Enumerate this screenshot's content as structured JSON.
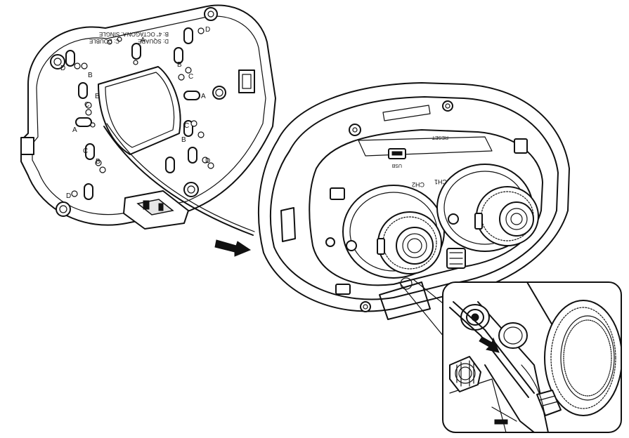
{
  "plate": {
    "legend_lines": [
      "C: DOUBLE",
      "D: SQUARE",
      "A: SINGLE",
      "B: 4\" OCTAGON"
    ],
    "hole_letters": [
      "A",
      "A",
      "A",
      "B",
      "B",
      "B",
      "B",
      "B",
      "C",
      "C",
      "C",
      "C",
      "D",
      "D",
      "D",
      "D"
    ]
  },
  "camera": {
    "channel_labels": [
      "CH2",
      "CH1"
    ],
    "reset_label": "RESET",
    "usb_label": "USB"
  },
  "colors": {
    "line": "#111111",
    "background": "#ffffff"
  },
  "icons": [
    "arrow-right-icon",
    "arrow-down-icon"
  ]
}
